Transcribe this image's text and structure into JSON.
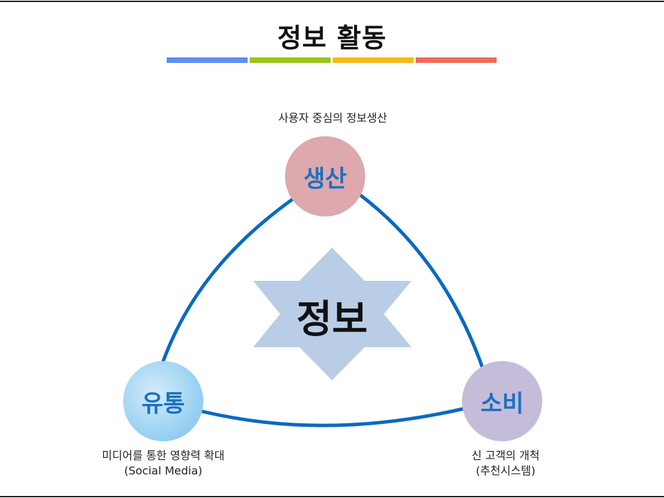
{
  "title": "정보 활동",
  "accent_bar_colors": [
    "#5b8ff0",
    "#9ac419",
    "#f6ba1a",
    "#f06a60"
  ],
  "center": {
    "label": "정보",
    "star_color": "#b9cde6"
  },
  "cycle_line_color": "#0a6abf",
  "nodes": {
    "production": {
      "label": "생산",
      "caption": "사용자 중심의 정보생산",
      "color": "#dda8ae"
    },
    "distribution": {
      "label": "유통",
      "caption_line1": "미디어를 통한 영향력 확대",
      "caption_line2": "(Social Media)",
      "color": "#9ed4f2"
    },
    "consumption": {
      "label": "소비",
      "caption_line1": "신 고객의 개척",
      "caption_line2": "(추천시스템)",
      "color": "#c5bcd9"
    }
  }
}
